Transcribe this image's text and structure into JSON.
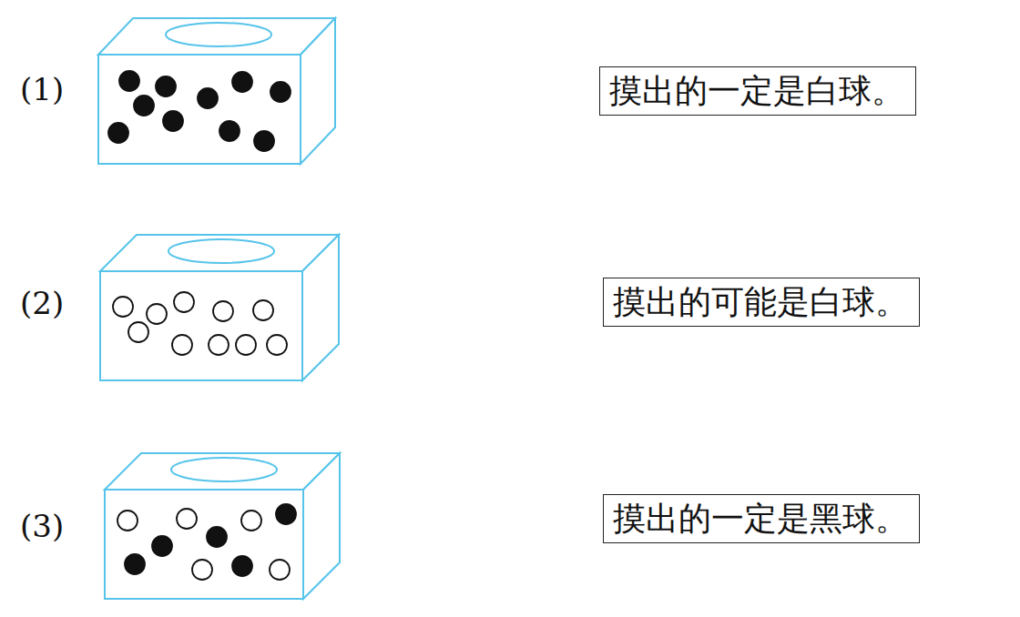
{
  "diagram": {
    "nodes": [
      {
        "text": [
          "摸出的一定是白球。"
        ]
      },
      {
        "text": [
          "摸出的可能是白球。"
        ]
      },
      {
        "text": [
          "摸出的一定是黑球。"
        ]
      }
    ],
    "labels": [
      "(1)",
      "(2)",
      "(3)"
    ]
  }
}
